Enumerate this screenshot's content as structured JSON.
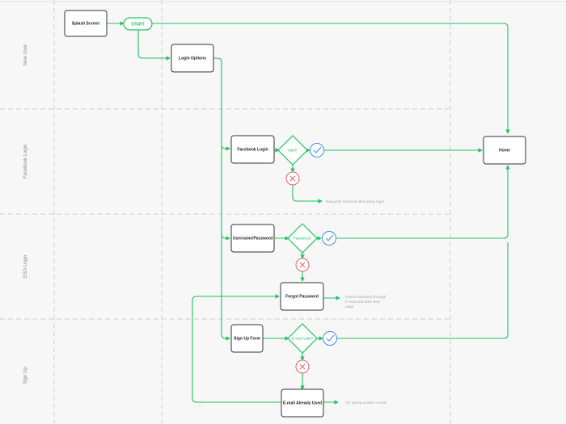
{
  "colors": {
    "flow": "#22c35e",
    "error": "#e5616b",
    "check": "#3a8ff0",
    "grid": "#cfcfd2",
    "box_stroke": "#333333"
  },
  "lanes": [
    {
      "label": "New User"
    },
    {
      "label": "Facebook Login"
    },
    {
      "label": "SSO Login"
    },
    {
      "label": "Sign Up"
    }
  ],
  "nodes": {
    "splash": "Splash Screen",
    "start": "START",
    "login_options": "Login Options",
    "facebook_login": "Facebook Login",
    "username_password": "Username/Password",
    "forgot_password": "Forgot Password",
    "sign_up_form": "Sign Up Form",
    "email_used": "E-mail Already Used",
    "home": "Home"
  },
  "decisions": {
    "valid": "Valid?",
    "password": "Password?",
    "email_valid": "E-mail valid?"
  },
  "icons": {
    "check": "check-icon",
    "cross": "cross-icon"
  },
  "notes": {
    "facebook_request": "Requests facebook third party login",
    "reset_line1": "Reset Password through",
    "reset_line2": "E-mail and Web view",
    "reset_line3": "page",
    "try_again": "Try opting another e-mail"
  }
}
